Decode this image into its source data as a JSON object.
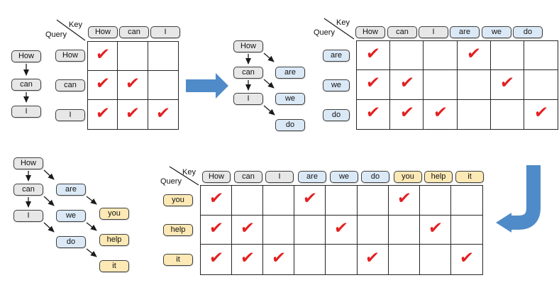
{
  "colors": {
    "gray_fill": "#e7e7e7",
    "blue_fill": "#dbe9f7",
    "yellow_fill": "#fce9b5",
    "box_border": "#3f3f3f",
    "grid_line": "#262626",
    "check_red": "#e32022",
    "block_arrow_blue": "#4f8bc9"
  },
  "check_glyph": "✔",
  "chain1": {
    "tokens": [
      {
        "label": "How",
        "type": "gray"
      },
      {
        "label": "can",
        "type": "gray"
      },
      {
        "label": "I",
        "type": "gray"
      }
    ]
  },
  "matrix1": {
    "corner": {
      "key": "Key",
      "query": "Query"
    },
    "cols": [
      {
        "label": "How",
        "type": "gray"
      },
      {
        "label": "can",
        "type": "gray"
      },
      {
        "label": "I",
        "type": "gray"
      }
    ],
    "rows": [
      {
        "label": "How",
        "type": "gray",
        "cells": [
          "✔",
          "",
          ""
        ]
      },
      {
        "label": "can",
        "type": "gray",
        "cells": [
          "✔",
          "✔",
          ""
        ]
      },
      {
        "label": "I",
        "type": "gray",
        "cells": [
          "✔",
          "✔",
          "✔"
        ]
      }
    ]
  },
  "chain2": {
    "tokens": [
      {
        "label": "How",
        "type": "gray"
      },
      {
        "label": "can",
        "type": "gray"
      },
      {
        "label": "I",
        "type": "gray"
      },
      {
        "label": "are",
        "type": "blue"
      },
      {
        "label": "we",
        "type": "blue"
      },
      {
        "label": "do",
        "type": "blue"
      }
    ]
  },
  "matrix2": {
    "corner": {
      "key": "Key",
      "query": "Query"
    },
    "cols": [
      {
        "label": "How",
        "type": "gray"
      },
      {
        "label": "can",
        "type": "gray"
      },
      {
        "label": "I",
        "type": "gray"
      },
      {
        "label": "are",
        "type": "blue"
      },
      {
        "label": "we",
        "type": "blue"
      },
      {
        "label": "do",
        "type": "blue"
      }
    ],
    "rows": [
      {
        "label": "are",
        "type": "blue",
        "cells": [
          "✔",
          "",
          "",
          "✔",
          "",
          ""
        ]
      },
      {
        "label": "we",
        "type": "blue",
        "cells": [
          "✔",
          "✔",
          "",
          "",
          "✔",
          ""
        ]
      },
      {
        "label": "do",
        "type": "blue",
        "cells": [
          "✔",
          "✔",
          "✔",
          "",
          "",
          "✔"
        ]
      }
    ]
  },
  "chain3": {
    "tokens": [
      {
        "label": "How",
        "type": "gray"
      },
      {
        "label": "can",
        "type": "gray"
      },
      {
        "label": "I",
        "type": "gray"
      },
      {
        "label": "are",
        "type": "blue"
      },
      {
        "label": "we",
        "type": "blue"
      },
      {
        "label": "do",
        "type": "blue"
      },
      {
        "label": "you",
        "type": "yellow"
      },
      {
        "label": "help",
        "type": "yellow"
      },
      {
        "label": "it",
        "type": "yellow"
      }
    ]
  },
  "matrix3": {
    "corner": {
      "key": "Key",
      "query": "Query"
    },
    "cols": [
      {
        "label": "How",
        "type": "gray"
      },
      {
        "label": "can",
        "type": "gray"
      },
      {
        "label": "I",
        "type": "gray"
      },
      {
        "label": "are",
        "type": "blue"
      },
      {
        "label": "we",
        "type": "blue"
      },
      {
        "label": "do",
        "type": "blue"
      },
      {
        "label": "you",
        "type": "yellow"
      },
      {
        "label": "help",
        "type": "yellow"
      },
      {
        "label": "it",
        "type": "yellow"
      }
    ],
    "rows": [
      {
        "label": "you",
        "type": "yellow",
        "cells": [
          "✔",
          "",
          "",
          "✔",
          "",
          "",
          "✔",
          "",
          ""
        ]
      },
      {
        "label": "help",
        "type": "yellow",
        "cells": [
          "✔",
          "✔",
          "",
          "",
          "✔",
          "",
          "",
          "✔",
          ""
        ]
      },
      {
        "label": "it",
        "type": "yellow",
        "cells": [
          "✔",
          "✔",
          "✔",
          "",
          "",
          "✔",
          "",
          "",
          "✔"
        ]
      }
    ]
  }
}
